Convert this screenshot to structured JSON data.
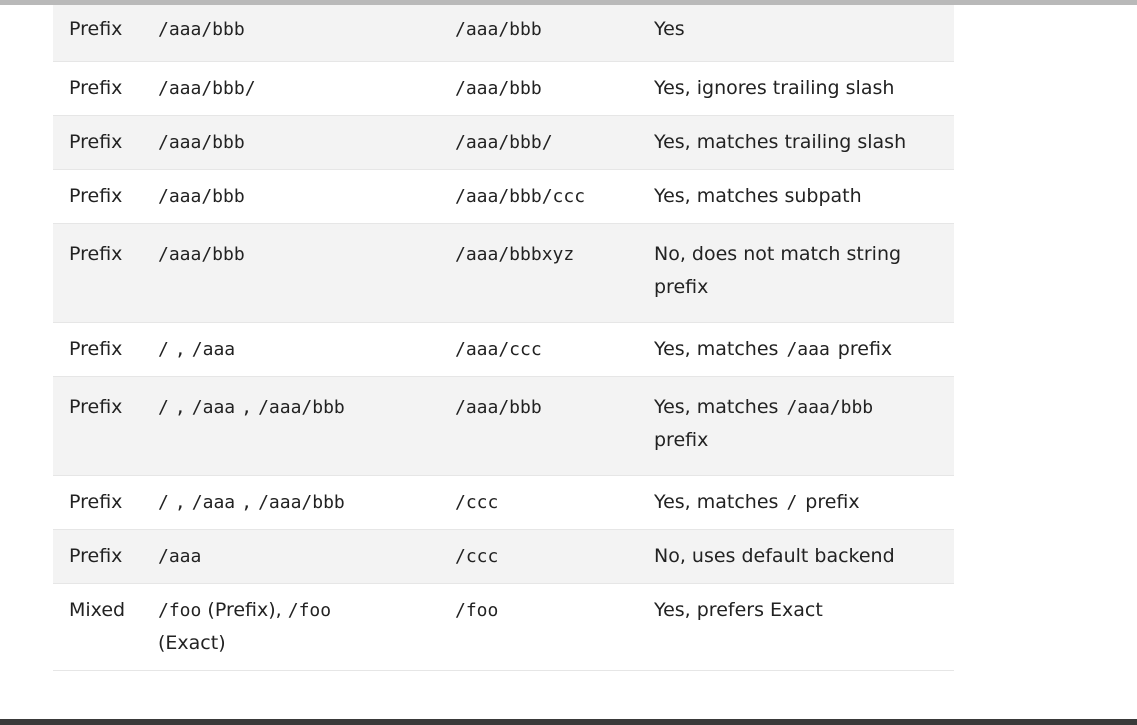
{
  "rows": [
    {
      "kind": "Prefix",
      "paths": [
        "/aaa/bbb"
      ],
      "request": "/aaa/bbb",
      "matches": "Yes"
    },
    {
      "kind": "Prefix",
      "paths": [
        "/aaa/bbb/"
      ],
      "request": "/aaa/bbb",
      "matches": "Yes, ignores trailing slash"
    },
    {
      "kind": "Prefix",
      "paths": [
        "/aaa/bbb"
      ],
      "request": "/aaa/bbb/",
      "matches": "Yes, matches trailing slash"
    },
    {
      "kind": "Prefix",
      "paths": [
        "/aaa/bbb"
      ],
      "request": "/aaa/bbb/ccc",
      "matches": "Yes, matches subpath"
    },
    {
      "kind": "Prefix",
      "paths": [
        "/aaa/bbb"
      ],
      "request": "/aaa/bbbxyz",
      "matches": "No, does not match string prefix"
    },
    {
      "kind": "Prefix",
      "paths": [
        "/",
        "/aaa"
      ],
      "request": "/aaa/ccc",
      "matches_pre": "Yes, matches",
      "matches_code": "/aaa",
      "matches_post": "prefix"
    },
    {
      "kind": "Prefix",
      "paths": [
        "/",
        "/aaa",
        "/aaa/bbb"
      ],
      "request": "/aaa/bbb",
      "matches_pre": "Yes, matches",
      "matches_code": "/aaa/bbb",
      "matches_post": "prefix"
    },
    {
      "kind": "Prefix",
      "paths": [
        "/",
        "/aaa",
        "/aaa/bbb"
      ],
      "request": "/ccc",
      "matches_pre": "Yes, matches",
      "matches_code": "/",
      "matches_post": "prefix"
    },
    {
      "kind": "Prefix",
      "paths": [
        "/aaa"
      ],
      "request": "/ccc",
      "matches": "No, uses default backend"
    },
    {
      "kind": "Mixed",
      "path_pre1": "/foo",
      "path_label1": "(Prefix),",
      "path_pre2": "/foo",
      "path_label2": "(Exact)",
      "request": "/foo",
      "matches": "Yes, prefers Exact"
    }
  ],
  "separator": ","
}
